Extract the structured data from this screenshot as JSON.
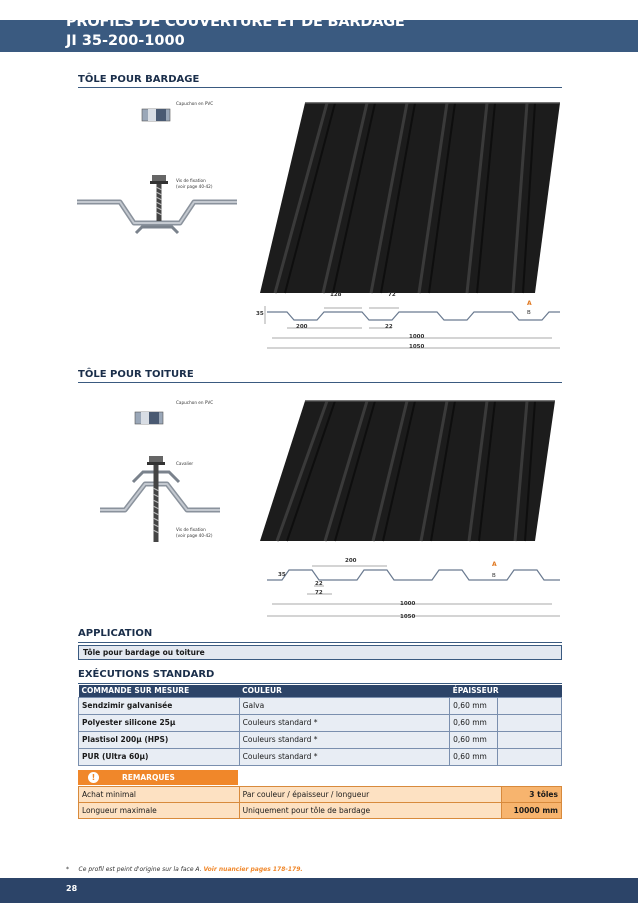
{
  "header": {
    "title": "PROFILS DE COUVERTURE ET DE BARDAGE",
    "subtitle": "JI 35-200-1000"
  },
  "sections": {
    "bardage": {
      "title": "TÔLE POUR BARDAGE",
      "cap_label": "Capuchon en PVC",
      "screw_label_1": "Vis de fixation",
      "screw_label_2": "(voir page 40-42)",
      "dims": {
        "d128": "128",
        "d72": "72",
        "d35": "35",
        "d200": "200",
        "d22": "22",
        "d1000": "1000",
        "d1050": "1050",
        "a": "A",
        "b": "B"
      }
    },
    "toiture": {
      "title": "TÔLE POUR TOITURE",
      "cap_label": "Capuchon en PVC",
      "washer_label": "Cavalier",
      "screw_label_1": "Vis de fixation",
      "screw_label_2": "(voir page 40-42)",
      "dims": {
        "d200": "200",
        "d35": "35",
        "d22": "22",
        "d72": "72",
        "d1000": "1000",
        "d1050": "1050",
        "a": "A",
        "b": "B"
      }
    }
  },
  "application": {
    "title": "APPLICATION",
    "value": "Tôle pour bardage ou toiture"
  },
  "executions": {
    "title": "EXÉCUTIONS STANDARD",
    "headers": [
      "COMMANDE SUR MESURE",
      "COULEUR",
      "ÉPAISSEUR",
      ""
    ],
    "rows": [
      [
        "Sendzimir galvanisée",
        "Galva",
        "0,60 mm"
      ],
      [
        "Polyester silicone 25µ",
        "Couleurs standard *",
        "0,60 mm"
      ],
      [
        "Plastisol 200µ (HPS)",
        "Couleurs standard *",
        "0,60 mm"
      ],
      [
        "PUR (Ultra 60µ)",
        "Couleurs standard *",
        "0,60 mm"
      ]
    ]
  },
  "remarques": {
    "label": "REMARQUES",
    "icon": "exclamation-icon",
    "rows": [
      [
        "Achat minimal",
        "Par couleur / épaisseur / longueur",
        "3 tôles"
      ],
      [
        "Longueur maximale",
        "Uniquement pour tôle de bardage",
        "10000 mm"
      ]
    ]
  },
  "footnote": {
    "marker": "*",
    "text": "Ce profil est peint d'origine sur la face A.",
    "link": "Voir nuancier pages 178-179."
  },
  "page_number": "28",
  "colors": {
    "header_blue": "#3a5a80",
    "dark_blue": "#2c4468",
    "orange": "#f0872a",
    "panel": "#1b1b1b"
  }
}
